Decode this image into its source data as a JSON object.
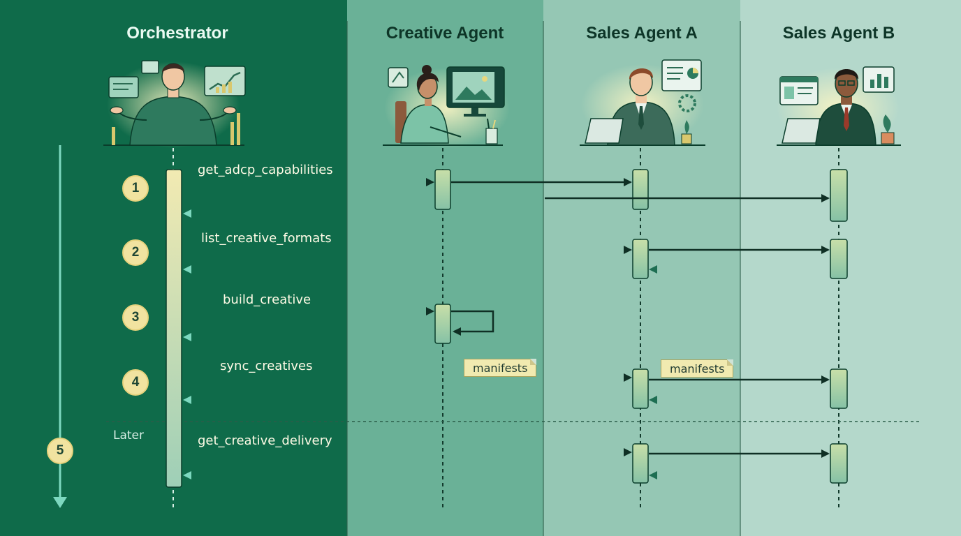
{
  "participants": {
    "orchestrator": "Orchestrator",
    "creative_agent": "Creative Agent",
    "sales_agent_a": "Sales Agent A",
    "sales_agent_b": "Sales Agent B"
  },
  "steps": [
    {
      "number": "1",
      "label": "get_adcp_capabilities"
    },
    {
      "number": "2",
      "label": "list_creative_formats"
    },
    {
      "number": "3",
      "label": "build_creative"
    },
    {
      "number": "4",
      "label": "sync_creatives"
    },
    {
      "number": "5",
      "label": "get_creative_delivery"
    }
  ],
  "later_label": "Later",
  "notes": {
    "manifests_a": "manifests",
    "manifests_b": "manifests"
  },
  "colors": {
    "orchestrator_bg": "#0f6b4a",
    "creative_bg": "#6ab197",
    "sales_a_bg": "#95c7b4",
    "sales_b_bg": "#b4d8cb",
    "request_arrow": "#0f2f24",
    "response_arrow": "#7dd8bf",
    "badge": "#f1e3a0"
  },
  "icons": [
    "orchestrator-avatar-icon",
    "creative-agent-avatar-icon",
    "sales-agent-a-avatar-icon",
    "sales-agent-b-avatar-icon",
    "time-arrow-icon"
  ]
}
